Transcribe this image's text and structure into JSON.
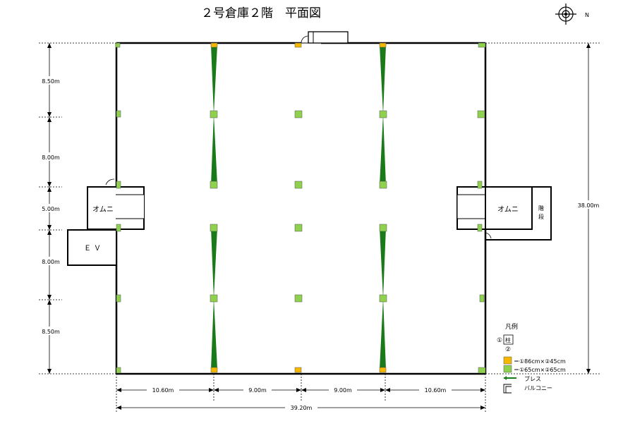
{
  "title": "２号倉庫２階　平面図",
  "north": {
    "label": "N"
  },
  "rooms": {
    "omni_left": "オムニ",
    "omni_right": "オムニ",
    "ev": "ＥＶ",
    "stairs_top": "階",
    "stairs_bottom": "段"
  },
  "dimensions": {
    "left": [
      "8.50m",
      "8.00m",
      "5.00m",
      "8.00m",
      "8.50m"
    ],
    "right_total": "38.00m",
    "bottom": [
      "10.60m",
      "9.00m",
      "9.00m",
      "10.60m"
    ],
    "bottom_total": "39.20m"
  },
  "legend": {
    "title": "凡例",
    "column_label": "柱",
    "side_1": "①",
    "side_2": "②",
    "items": [
      {
        "text": "＝①86cm×②45cm",
        "color": "#f5b800"
      },
      {
        "text": "＝①65cm×②65cm",
        "color": "#8fd14f"
      },
      {
        "text": "ブレス",
        "color": "#1a7a1a"
      },
      {
        "text": "バルコニー"
      }
    ]
  },
  "colors": {
    "column_orange": "#f5b800",
    "column_green": "#8fd14f",
    "brace": "#1a7a1a",
    "wall": "#000000",
    "dim_line": "#000000"
  }
}
